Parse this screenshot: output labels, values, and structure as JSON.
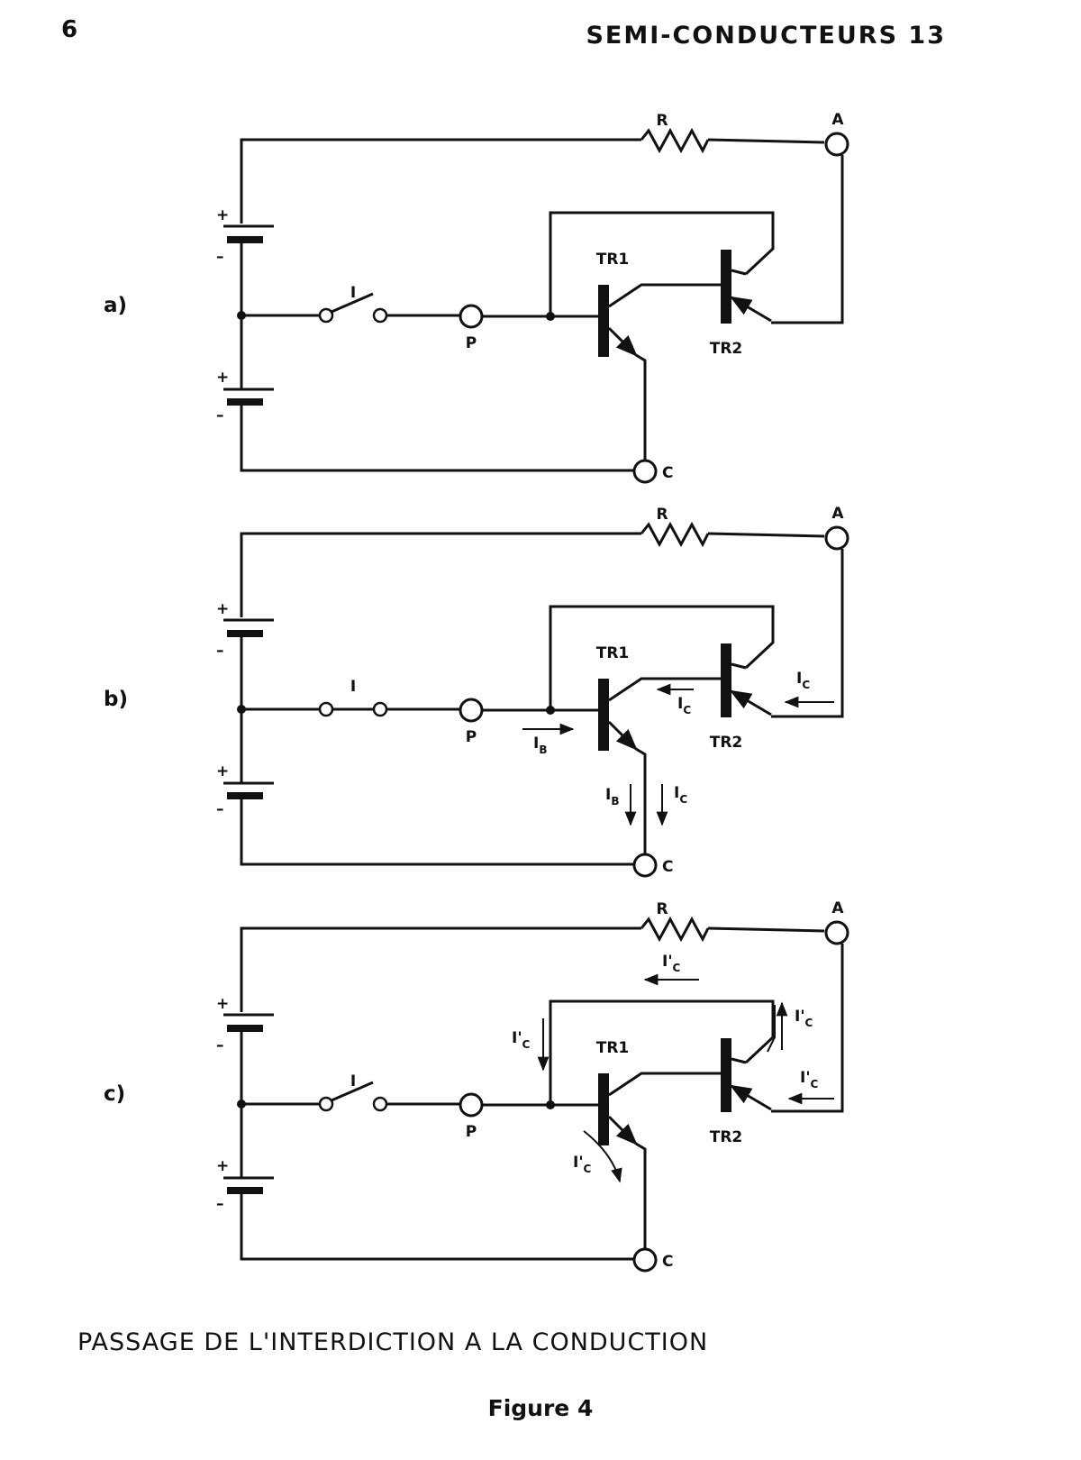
{
  "header": {
    "page_number": "6",
    "running_title": "SEMI-CONDUCTEURS 13"
  },
  "diagram": {
    "panels": [
      {
        "label": "a)",
        "components": {
          "resistor": "R",
          "terminal_a": "A",
          "terminal_c": "C",
          "switch": "I",
          "point": "P",
          "transistor_1": "TR1",
          "transistor_2": "TR2",
          "plus": "+",
          "minus": "–"
        },
        "currents": []
      },
      {
        "label": "b)",
        "components": {
          "resistor": "R",
          "terminal_a": "A",
          "terminal_c": "C",
          "switch": "I",
          "point": "P",
          "transistor_1": "TR1",
          "transistor_2": "TR2",
          "plus": "+",
          "minus": "–"
        },
        "currents": [
          {
            "main": "I",
            "sub": "C"
          },
          {
            "main": "I",
            "sub": "C"
          },
          {
            "main": "I",
            "sub": "B"
          },
          {
            "main": "I",
            "sub": "B"
          },
          {
            "main": "I",
            "sub": "C"
          }
        ]
      },
      {
        "label": "c)",
        "components": {
          "resistor": "R",
          "terminal_a": "A",
          "terminal_c": "C",
          "switch": "I",
          "point": "P",
          "transistor_1": "TR1",
          "transistor_2": "TR2",
          "plus": "+",
          "minus": "–"
        },
        "currents": [
          {
            "main": "I'",
            "sub": "C"
          },
          {
            "main": "I'",
            "sub": "C"
          },
          {
            "main": "I'",
            "sub": "C"
          },
          {
            "main": "I'",
            "sub": "C"
          },
          {
            "main": "I'",
            "sub": "C"
          }
        ]
      }
    ]
  },
  "caption": "PASSAGE DE L'INTERDICTION A LA CONDUCTION",
  "figure_label": "Figure 4"
}
